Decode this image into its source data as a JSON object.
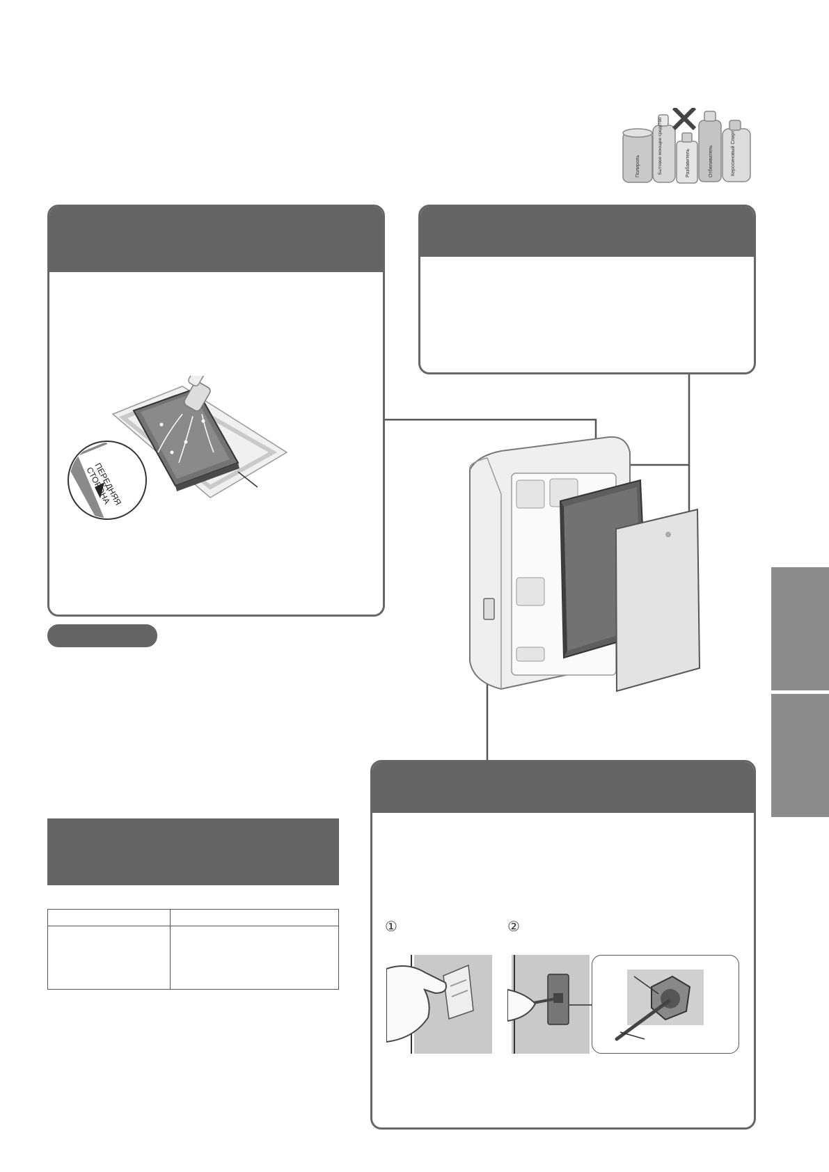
{
  "numbers": {
    "step1": "①",
    "step2": "②"
  },
  "filter_label": {
    "line1": "ПЕРЕДНЯЯ",
    "line2": "СТОРОНА"
  },
  "detergents": [
    {
      "name": "Полироль"
    },
    {
      "name": "Бытовое моющее средство"
    },
    {
      "name": "Разбавитель"
    },
    {
      "name": "Отбеливатель"
    },
    {
      "name": "Керосиновый Спирт"
    }
  ],
  "colors": {
    "header": "#656565",
    "side_tab": "#8c8c8c",
    "border": "#666666"
  }
}
